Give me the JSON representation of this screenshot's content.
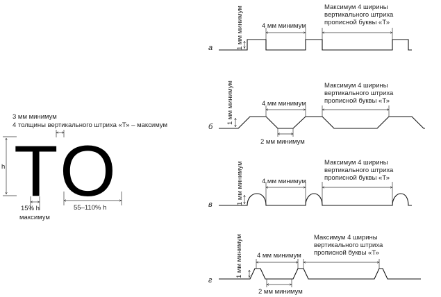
{
  "letters": {
    "t": "T",
    "o": "O"
  },
  "left_labels": {
    "top_line1": "3 мм минимум",
    "top_line2": "4 толщины вертикального штриха «Т» – максимум",
    "height": "h",
    "stem_line1": "15% h",
    "stem_line2": "максимум",
    "width": "55–110% h"
  },
  "panels": [
    {
      "id": "a",
      "letter": "а",
      "vertical_label": "1 мм минимум",
      "gap_label": "4 мм минимум",
      "max_label": [
        "Максимум 4 ширины",
        "вертикального штриха",
        "прописной буквы «Т»"
      ]
    },
    {
      "id": "b",
      "letter": "б",
      "vertical_label": "1 мм минимум",
      "gap_label": "4 мм минимум",
      "bottom_label": "2 мм минимум",
      "max_label": [
        "Максимум 4 ширины",
        "вертикального штриха",
        "прописной буквы «Т»"
      ]
    },
    {
      "id": "v",
      "letter": "в",
      "vertical_label": "1 мм минимум",
      "gap_label": "4 мм минимум",
      "max_label": [
        "Максимум 4 ширины",
        "вертикального штриха",
        "прописной буквы «Т»"
      ]
    },
    {
      "id": "g",
      "letter": "г",
      "vertical_label": "1 мм минимум",
      "gap_label": "4 мм минимум",
      "bottom_label": "2 мм минимум",
      "max_label": [
        "Максимум 4 ширины",
        "вертикального штриха",
        "прописной буквы «Т»"
      ]
    }
  ]
}
